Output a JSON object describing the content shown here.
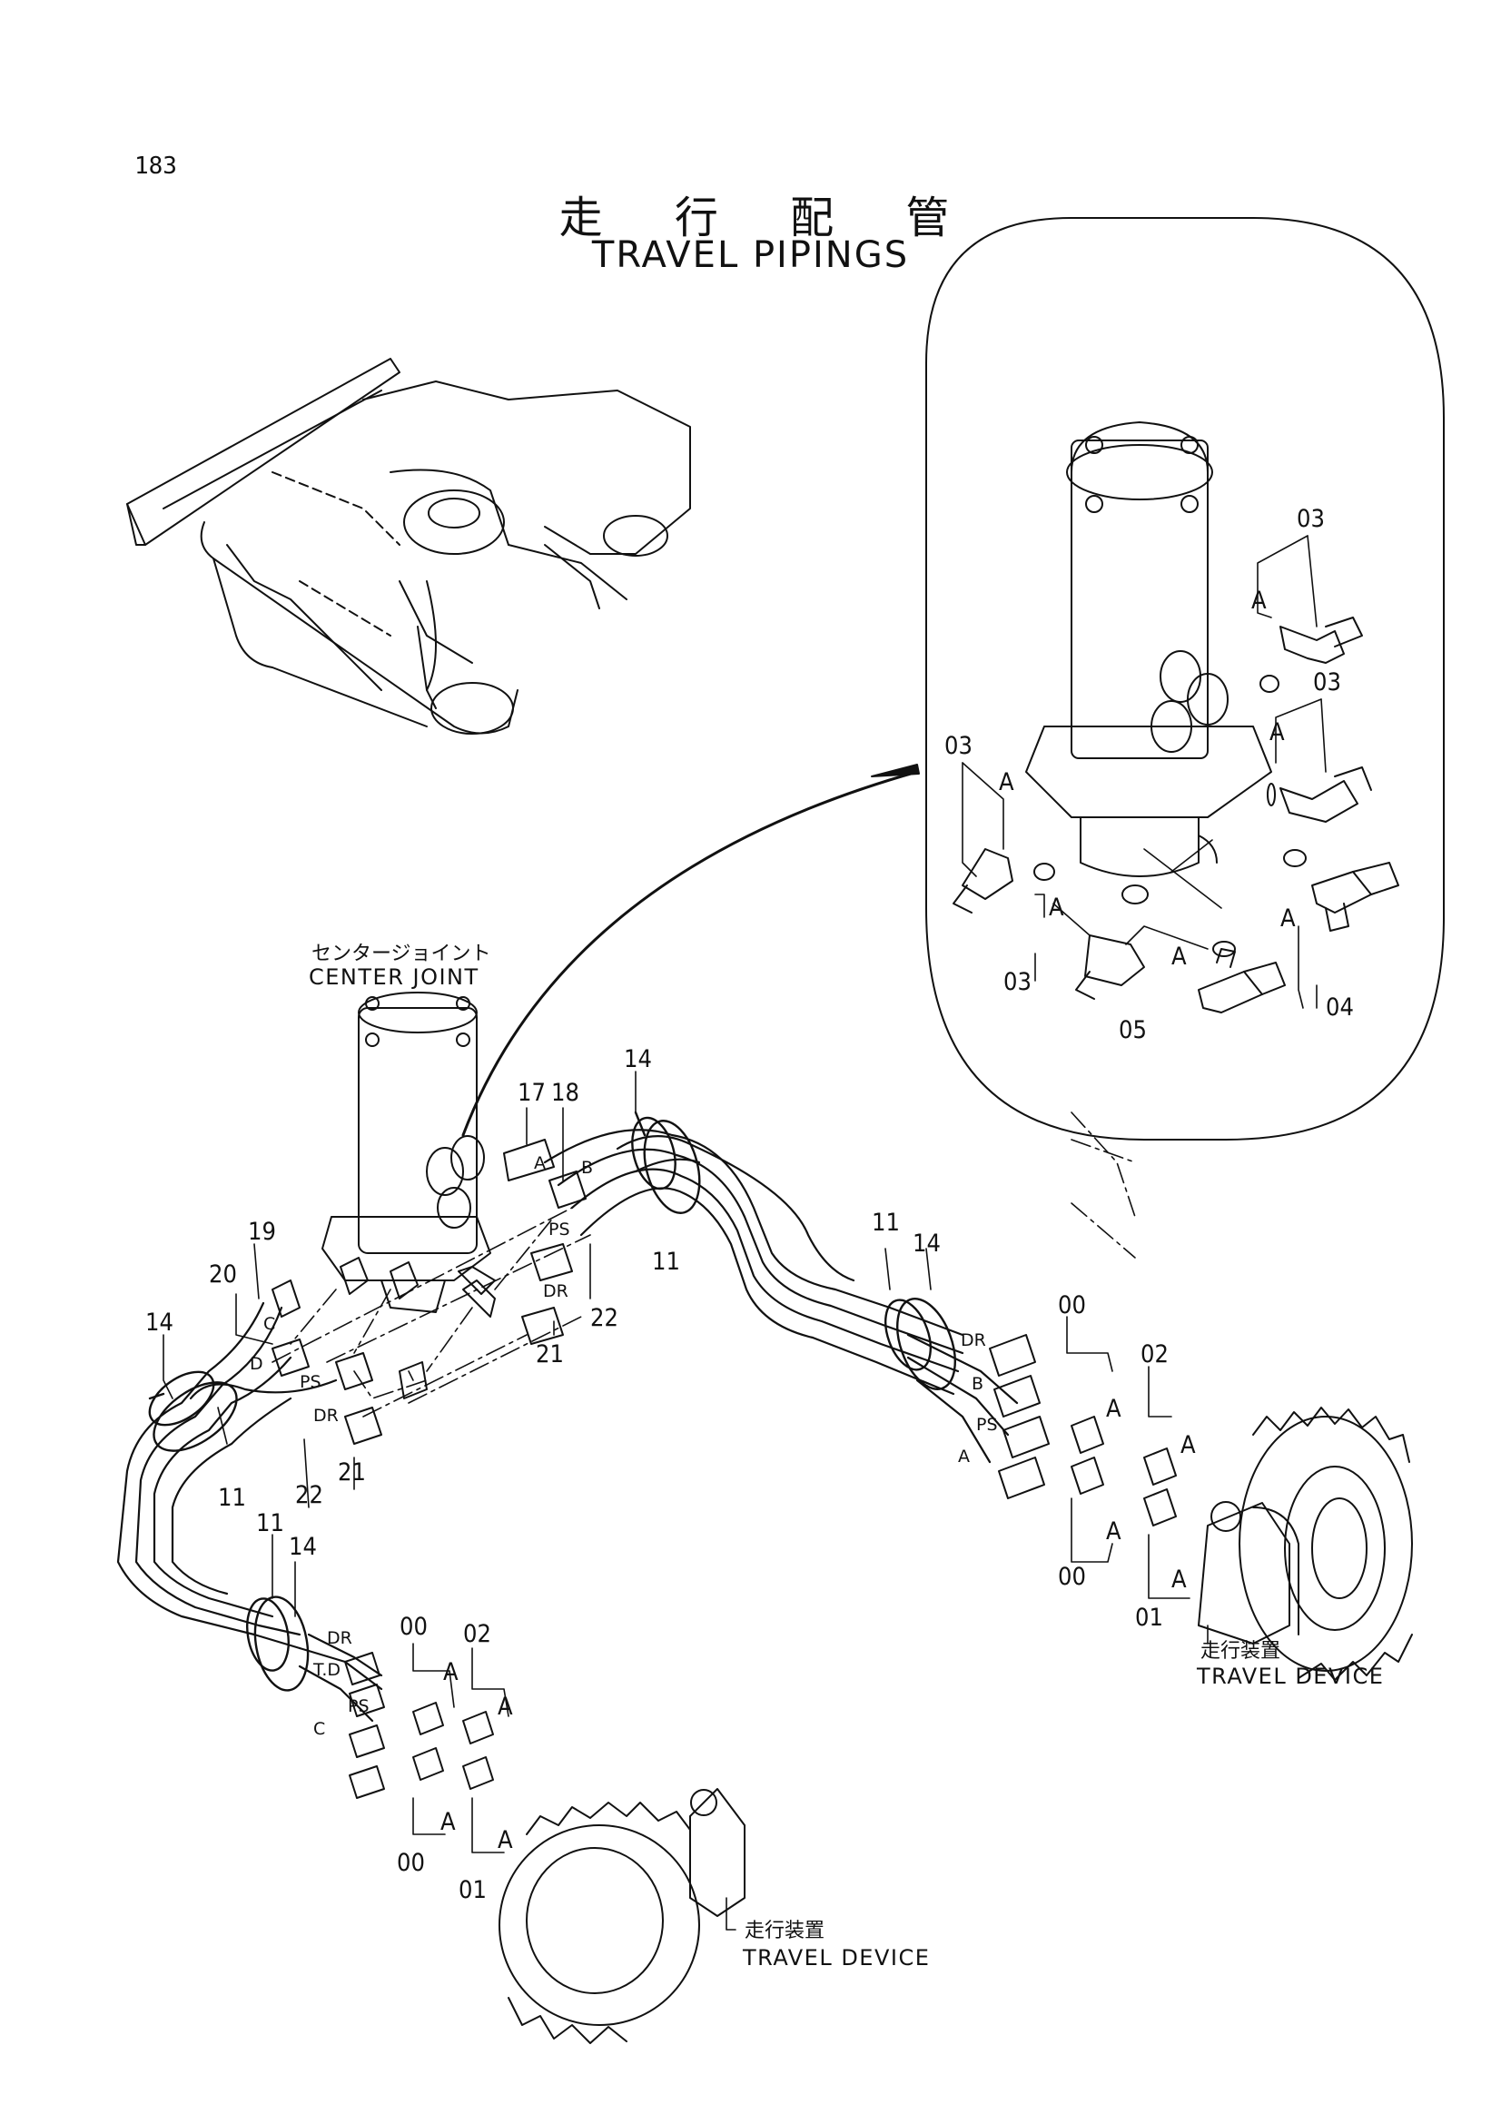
{
  "page_number": "183",
  "title": {
    "jp": "走 行 配 管",
    "en": "TRAVEL PIPINGS"
  },
  "labels": {
    "center_joint_jp": "センタージョイント",
    "center_joint_en": "CENTER JOINT",
    "travel_device_jp": "走行装置",
    "travel_device_en": "TRAVEL DEVICE"
  },
  "callouts": {
    "c00": "00",
    "c01": "01",
    "c02": "02",
    "c03": "03",
    "c04": "04",
    "c05": "05",
    "c11": "11",
    "c14": "14",
    "c17": "17",
    "c18": "18",
    "c19": "19",
    "c20": "20",
    "c21": "21",
    "c22": "22"
  },
  "port_tags": {
    "A": "A",
    "B": "B",
    "C": "C",
    "D": "D",
    "DR": "DR",
    "PS": "PS",
    "TD": "T.D"
  },
  "icons": [
    "excavator-overview-icon",
    "center-joint-icon",
    "travel-motor-icon",
    "sprocket-icon",
    "elbow-fitting-icon",
    "tee-fitting-icon",
    "o-ring-icon",
    "hose-clamp-icon"
  ]
}
